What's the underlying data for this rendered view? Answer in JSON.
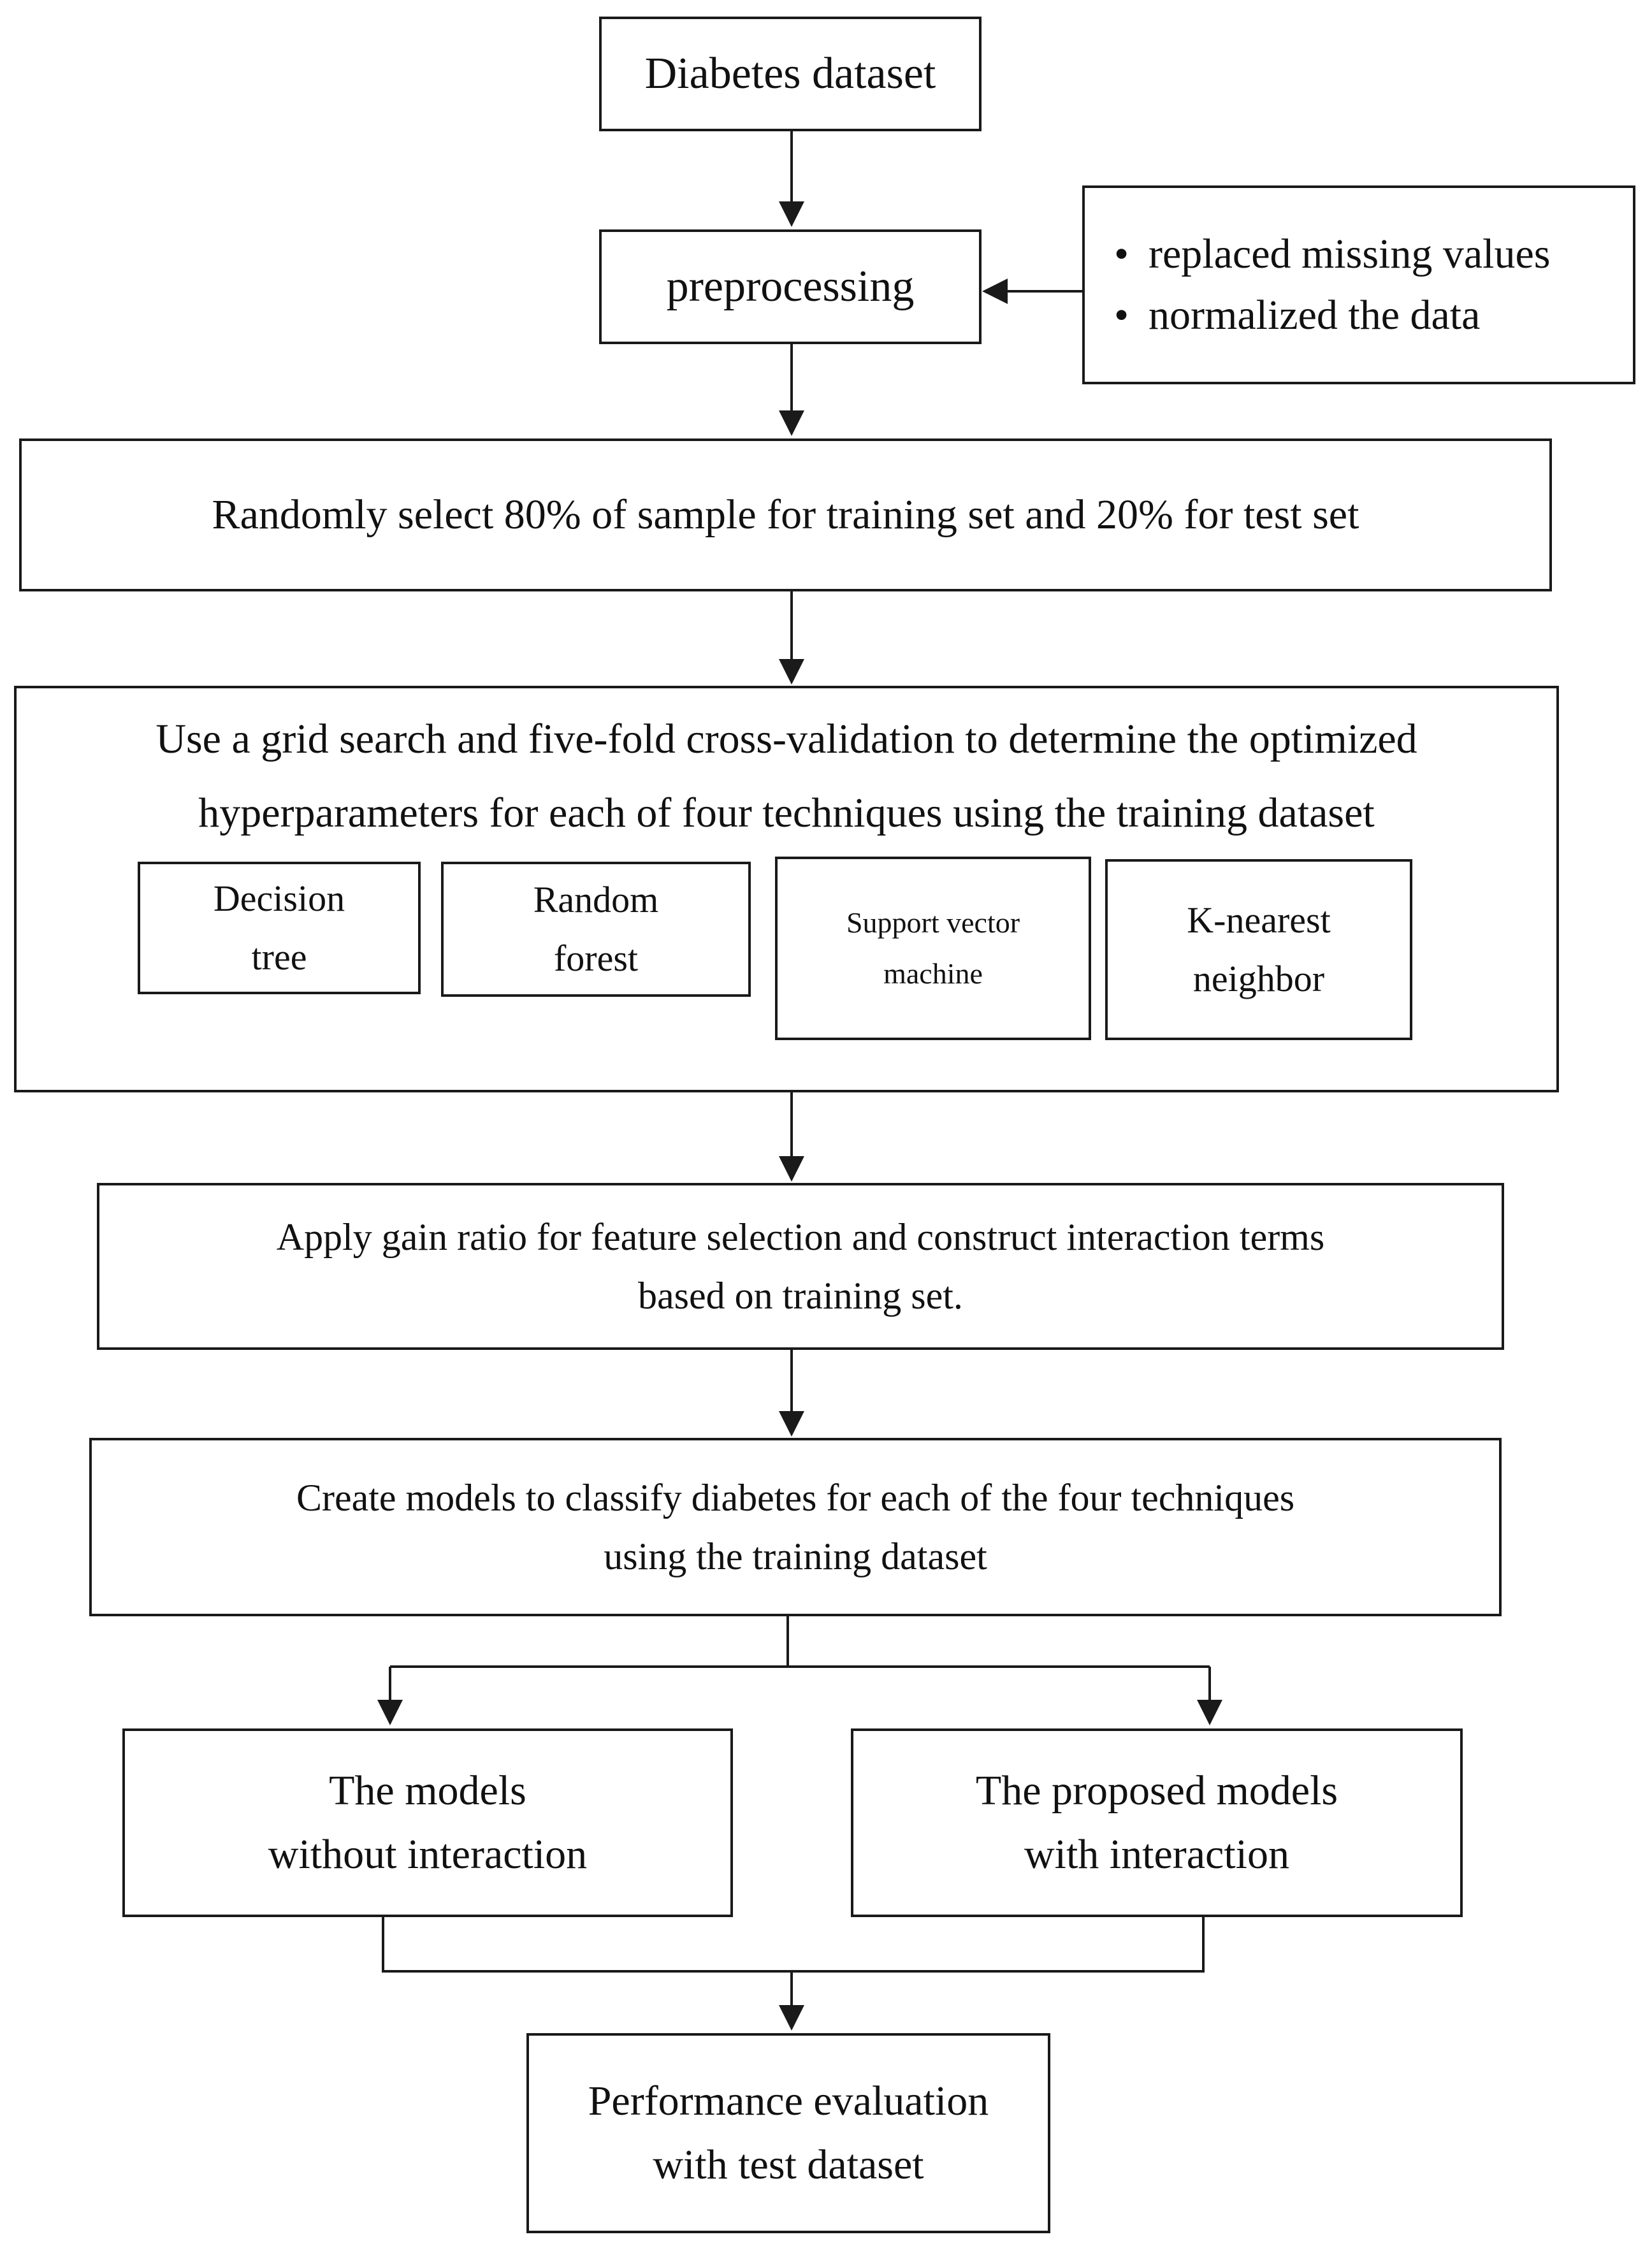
{
  "nodes": {
    "dataset": {
      "label": "Diabetes dataset"
    },
    "preprocessing": {
      "label": "preprocessing"
    },
    "preprocessing_notes": {
      "bullets": [
        "replaced missing values",
        "normalized the data"
      ]
    },
    "split": {
      "label": "Randomly select 80% of sample for training set and 20% for test set"
    },
    "grid_search": {
      "lines": [
        "Use a grid search and five-fold cross-validation to determine the optimized",
        "hyperparameters for each of four techniques using the training dataset"
      ],
      "techniques": [
        {
          "lines": [
            "Decision",
            "tree"
          ]
        },
        {
          "lines": [
            "Random",
            "forest"
          ]
        },
        {
          "lines": [
            "Support vector",
            "machine"
          ]
        },
        {
          "lines": [
            "K-nearest",
            "neighbor"
          ]
        }
      ]
    },
    "feature_selection": {
      "lines": [
        "Apply gain ratio for feature selection and construct interaction terms",
        "based on training set."
      ]
    },
    "create_models": {
      "lines": [
        "Create models to classify diabetes for each of the four techniques",
        "using the training dataset"
      ]
    },
    "models_without": {
      "lines": [
        "The models",
        "without interaction"
      ]
    },
    "models_with": {
      "lines": [
        "The proposed models",
        "with interaction"
      ]
    },
    "evaluation": {
      "lines": [
        "Performance evaluation",
        "with test dataset"
      ]
    }
  },
  "edges": [
    {
      "from": "dataset",
      "to": "preprocessing"
    },
    {
      "from": "preprocessing_notes",
      "to": "preprocessing"
    },
    {
      "from": "preprocessing",
      "to": "split"
    },
    {
      "from": "split",
      "to": "grid_search"
    },
    {
      "from": "grid_search",
      "to": "feature_selection"
    },
    {
      "from": "feature_selection",
      "to": "create_models"
    },
    {
      "from": "create_models",
      "to": "models_without"
    },
    {
      "from": "create_models",
      "to": "models_with"
    },
    {
      "from": "models_without",
      "to": "evaluation"
    },
    {
      "from": "models_with",
      "to": "evaluation"
    }
  ]
}
